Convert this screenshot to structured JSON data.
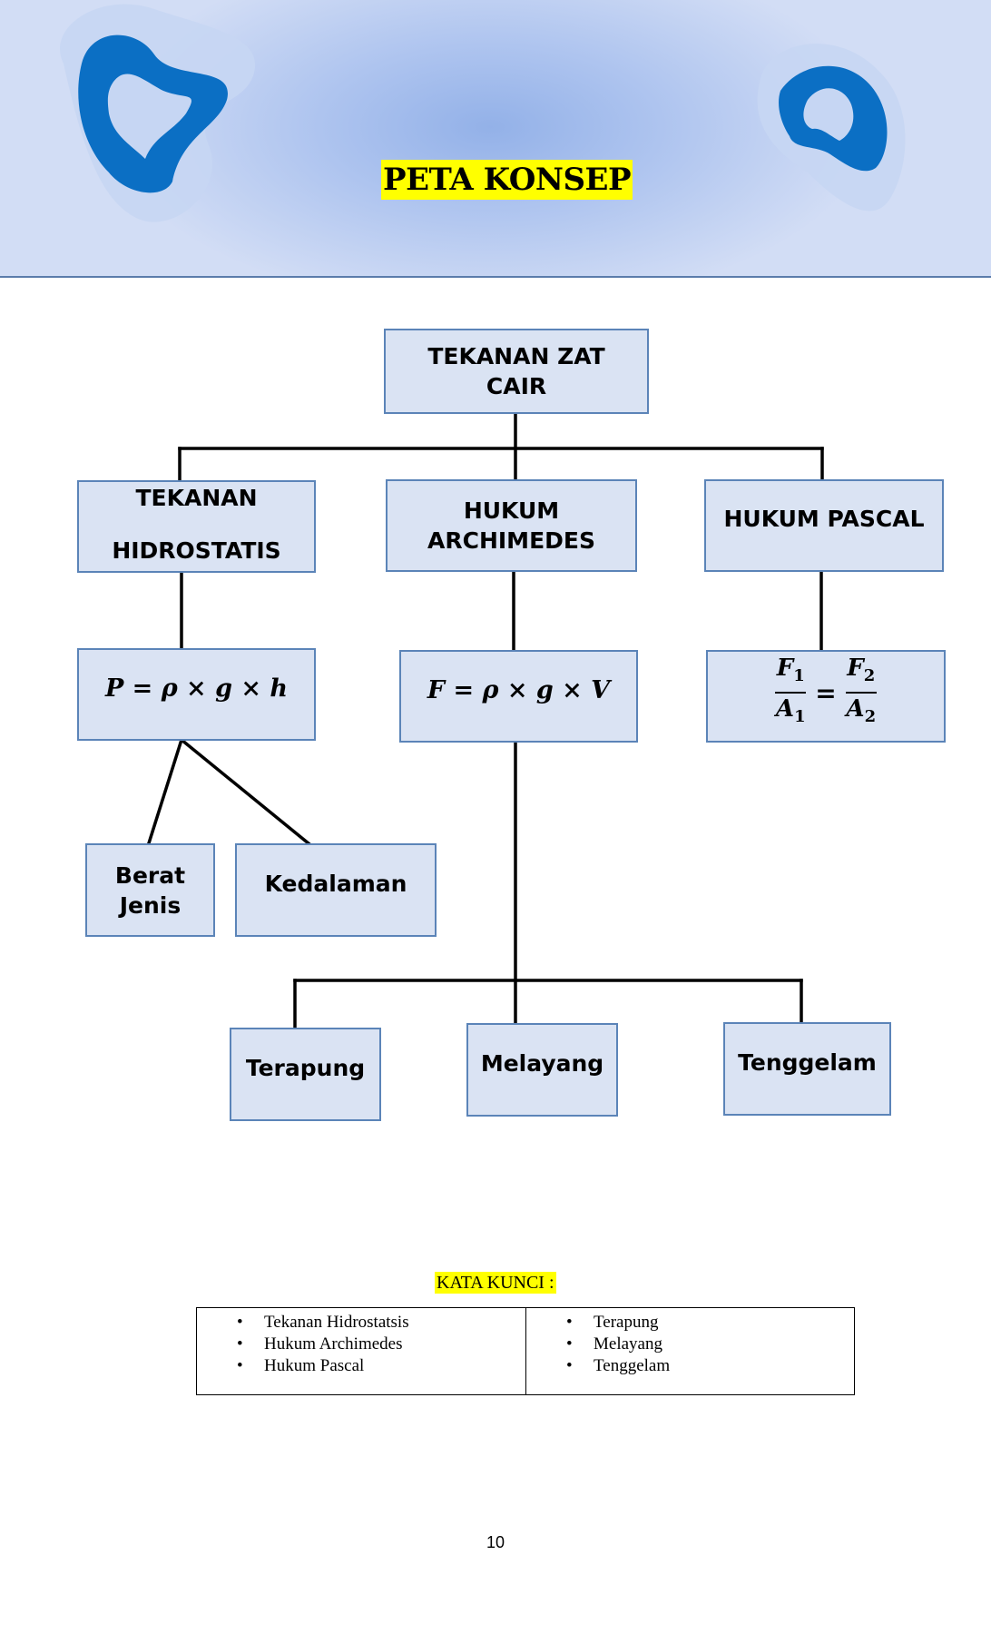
{
  "header": {
    "title": "PETA KONSEP"
  },
  "diagram": {
    "root": {
      "line1": "TEKANAN ZAT",
      "line2": "CAIR"
    },
    "hidrostatis": {
      "line1": "TEKANAN",
      "line2": "HIDROSTATIS",
      "formula": "P = ρ × g × h"
    },
    "archimedes": {
      "line1": "HUKUM",
      "line2": "ARCHIMEDES",
      "formula": "F = ρ × g × V"
    },
    "pascal": {
      "label": "HUKUM PASCAL",
      "f1": "F",
      "f1_sub": "1",
      "a1": "A",
      "a1_sub": "1",
      "f2": "F",
      "f2_sub": "2",
      "a2": "A",
      "a2_sub": "2",
      "equals": "="
    },
    "factors": {
      "berat_line1": "Berat",
      "berat_line2": "Jenis",
      "kedalaman": "Kedalaman"
    },
    "states": {
      "terapung": "Terapung",
      "melayang": "Melayang",
      "tenggelam": "Tenggelam"
    }
  },
  "keywords": {
    "title": "KATA KUNCI :",
    "left": [
      "Tekanan Hidrostatsis",
      "Hukum Archimedes",
      "Hukum Pascal"
    ],
    "right": [
      "Terapung",
      "Melayang",
      "Tenggelam"
    ]
  },
  "footer": {
    "page_number": "10"
  },
  "colors": {
    "box_fill": "#dae3f3",
    "box_border": "#5b84b8",
    "highlight": "#ffff00",
    "logo_blue": "#0b6fc4"
  },
  "icons": {
    "left_logo": "abstract-swirl-logo",
    "right_logo": "abstract-swirl-logo"
  }
}
